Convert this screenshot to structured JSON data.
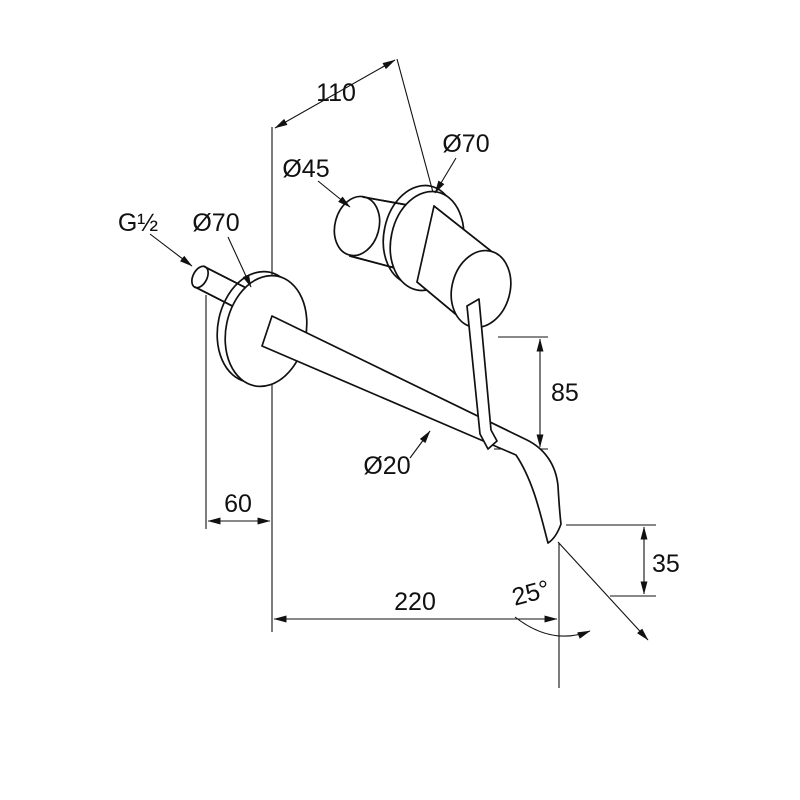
{
  "page": {
    "background": "#ffffff"
  },
  "drawing": {
    "subject": "wall-mounted basin mixer dimensional drawing",
    "line_color": "#111111",
    "labels": {
      "install_depth": "110",
      "cartridge_housing_dia": "Ø45",
      "handle_escutcheon_dia": "Ø70",
      "connection_thread": "G½",
      "spout_escutcheon_dia": "Ø70",
      "lever_length": "85",
      "wall_projection": "60",
      "spout_tube_dia": "Ø20",
      "spout_reach": "220",
      "outlet_drop": "35",
      "outlet_angle": "25°"
    }
  }
}
